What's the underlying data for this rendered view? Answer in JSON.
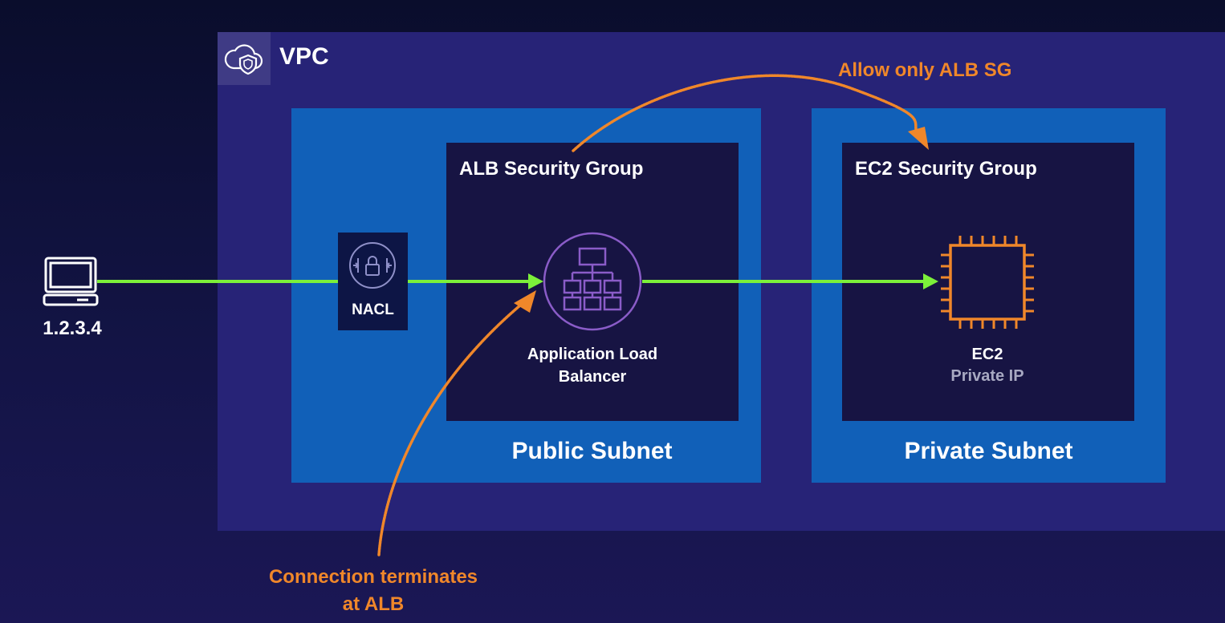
{
  "vpc": {
    "title": "VPC",
    "icon": "cloud-shield-icon"
  },
  "client": {
    "ip": "1.2.3.4",
    "icon": "laptop-icon"
  },
  "nacl": {
    "label": "NACL",
    "icon": "nacl-lock-icon"
  },
  "public_subnet": {
    "label": "Public Subnet",
    "security_group": "ALB Security Group",
    "resource": {
      "name": "Application Load Balancer",
      "icon": "load-balancer-icon"
    }
  },
  "private_subnet": {
    "label": "Private Subnet",
    "security_group": "EC2 Security Group",
    "resource": {
      "name": "EC2",
      "detail": "Private IP",
      "icon": "ec2-chip-icon"
    }
  },
  "annotations": {
    "allow": "Allow only ALB SG",
    "terminate_line1": "Connection terminates",
    "terminate_line2": "at ALB"
  },
  "colors": {
    "vpc": "#272377",
    "subnet": "#1160b8",
    "security_group": "#171443",
    "flow_arrow": "#7cf03a",
    "annotation": "#f0872a",
    "alb_icon": "#8a5cc8",
    "ec2_icon": "#f0872a"
  }
}
